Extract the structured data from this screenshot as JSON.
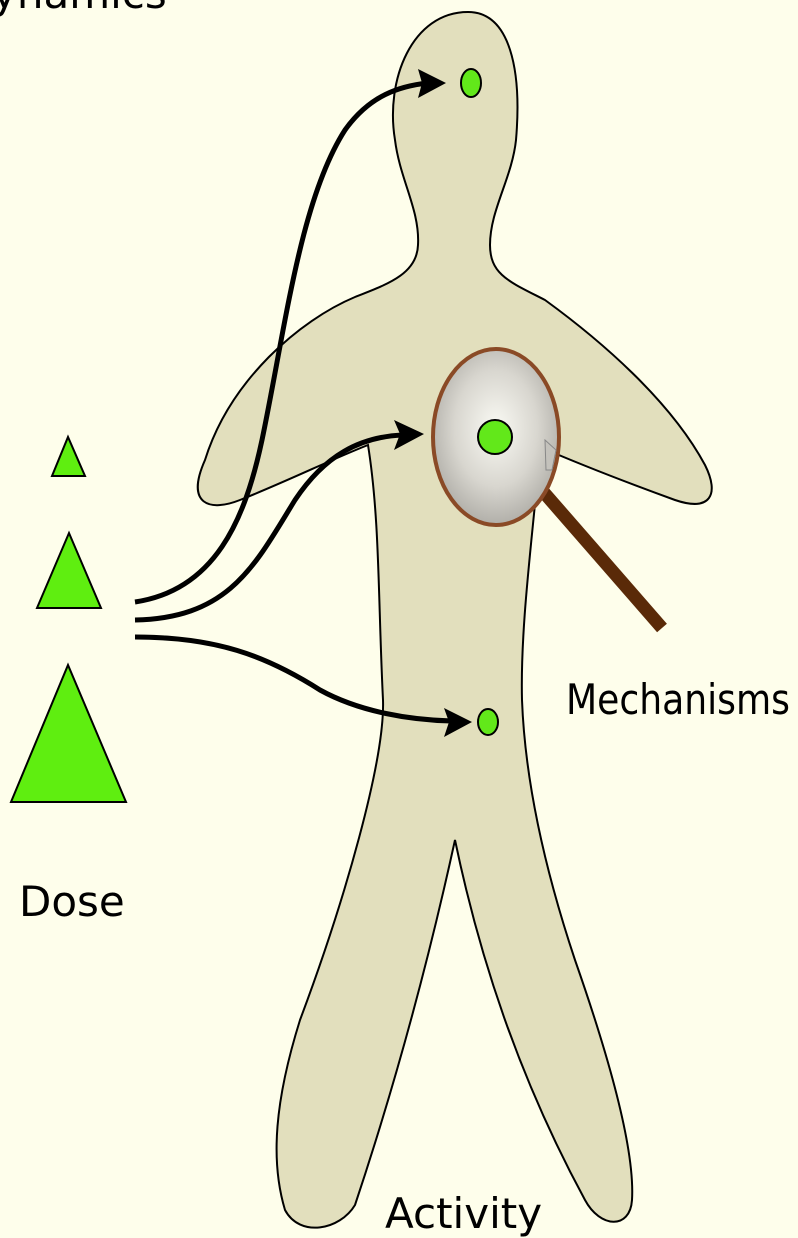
{
  "labels": {
    "title_fragment": "ynamics",
    "dose": "Dose",
    "mechanisms": "Mechanisms",
    "activity": "Activity"
  },
  "colors": {
    "background": "#fefeeb",
    "body_fill": "#e2dfbd",
    "dose_green": "#5fee10",
    "target_green": "#62e81a",
    "magnifier_rim": "#8a4a26",
    "magnifier_handle": "#5a2a08",
    "arrow": "#000000"
  },
  "icons": {
    "magnifier": "magnifying-glass-icon",
    "body": "human-figure-icon"
  },
  "dose_triangles": [
    "small",
    "medium",
    "large"
  ],
  "targets": [
    "head",
    "chest",
    "abdomen"
  ]
}
